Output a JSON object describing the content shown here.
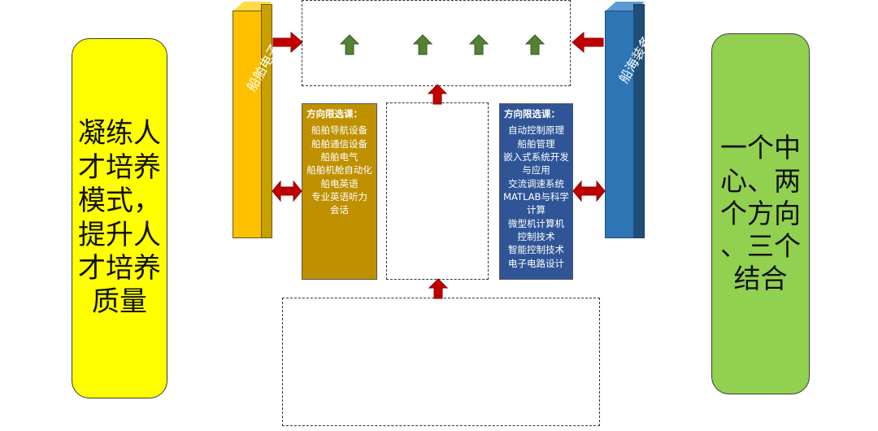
{
  "left_card": {
    "lines": [
      "凝练人",
      "才培养",
      "模式，",
      "提升人",
      "才培养",
      "质量"
    ]
  },
  "right_card": {
    "lines": [
      "一个中",
      "心、两",
      "个方向",
      "、三个",
      "结合"
    ]
  },
  "pillar_left": {
    "label": "船舶电子"
  },
  "pillar_right": {
    "label": "船海装备"
  },
  "course_left": {
    "title": "方向限选课：",
    "items": [
      "船舶导航设备",
      "船舶通信设备",
      "船舶电气",
      "船舶机舱自动化",
      "船电英语",
      "专业英语听力",
      "会话"
    ]
  },
  "course_right": {
    "title": "方向限选课：",
    "items": [
      "自动控制原理",
      "船舶管理",
      "嵌入式系统开发",
      "与应用",
      "交流调速系统",
      "MATLAB与科学",
      "计算",
      "微型机计算机",
      "控制技术",
      "智能控制技术",
      "电子电路设计"
    ]
  },
  "colors": {
    "left_card": "#ffff00",
    "right_card": "#92d050",
    "pillar_left": "#ffc000",
    "pillar_right": "#2e75b6",
    "course_left": "#bf9000",
    "course_right": "#2f5597",
    "arrow_red": "#c00000",
    "arrow_green": "#548235"
  }
}
